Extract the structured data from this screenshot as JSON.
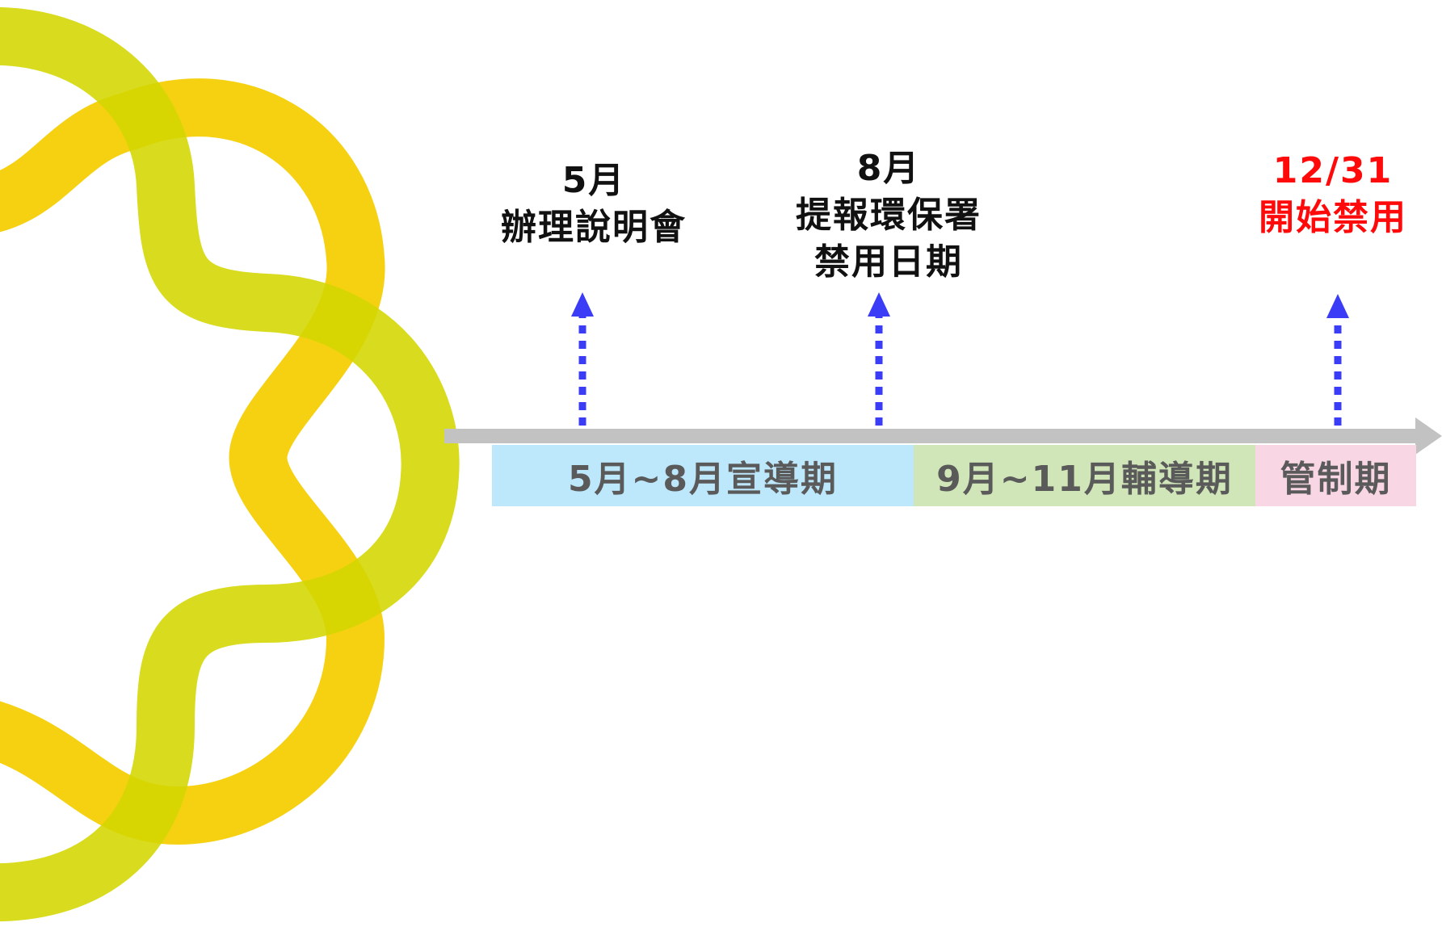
{
  "colors": {
    "loop_lime": "#d4d600",
    "loop_gold": "#f4cd00",
    "timeline_axis": "#c2c2c2",
    "arrow_blue": "#3a3df5",
    "milestone_text": "#111111",
    "deadline_text": "#ff0a0a",
    "period_text": "#5a5a5a"
  },
  "milestones": [
    {
      "date": "5月",
      "lines": [
        "辦理說明會"
      ]
    },
    {
      "date": "8月",
      "lines": [
        "提報環保署",
        "禁用日期"
      ]
    },
    {
      "date": "12/31",
      "lines": [
        "開始禁用"
      ]
    }
  ],
  "periods": [
    {
      "label": "5月~8月宣導期",
      "color": "#bde7fa"
    },
    {
      "label": "9月~11月輔導期",
      "color": "#d0e6b8"
    },
    {
      "label": "管制期",
      "color": "#f8d6e3"
    }
  ]
}
